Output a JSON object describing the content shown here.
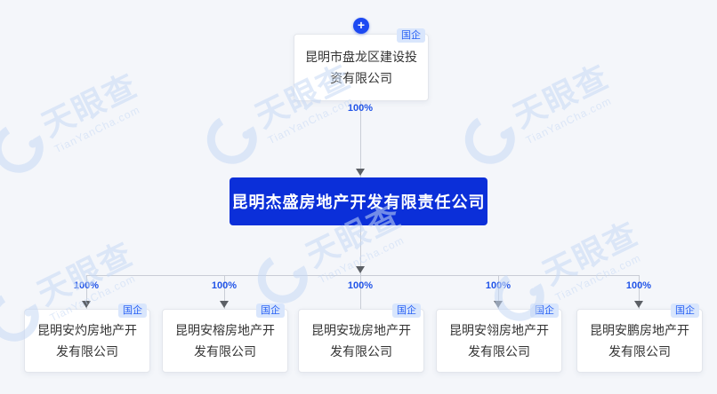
{
  "watermark": {
    "brand": "天眼查",
    "domain": "TianYanCha.com"
  },
  "plus_button": {
    "label": "+"
  },
  "root_company": {
    "name": "昆明市盘龙区建设投资有限公司",
    "badge": "国企"
  },
  "root_edge": {
    "percent": "100%"
  },
  "main_company": {
    "name": "昆明杰盛房地产开发有限责任公司"
  },
  "children": [
    {
      "name": "昆明安灼房地产开发有限公司",
      "percent": "100%",
      "badge": "国企"
    },
    {
      "name": "昆明安榕房地产开发有限公司",
      "percent": "100%",
      "badge": "国企"
    },
    {
      "name": "昆明安珑房地产开发有限公司",
      "percent": "100%",
      "badge": "国企"
    },
    {
      "name": "昆明安翎房地产开发有限公司",
      "percent": "100%",
      "badge": "国企"
    },
    {
      "name": "昆明安鹏房地产开发有限公司",
      "percent": "100%",
      "badge": "国企"
    }
  ],
  "colors": {
    "main_node_bg": "#0b2fd9",
    "percent_text": "#2154e8",
    "badge_bg": "#d9e6fc",
    "badge_text": "#2a62f5",
    "line": "#c9cdd6",
    "background": "#f4f6fa"
  }
}
